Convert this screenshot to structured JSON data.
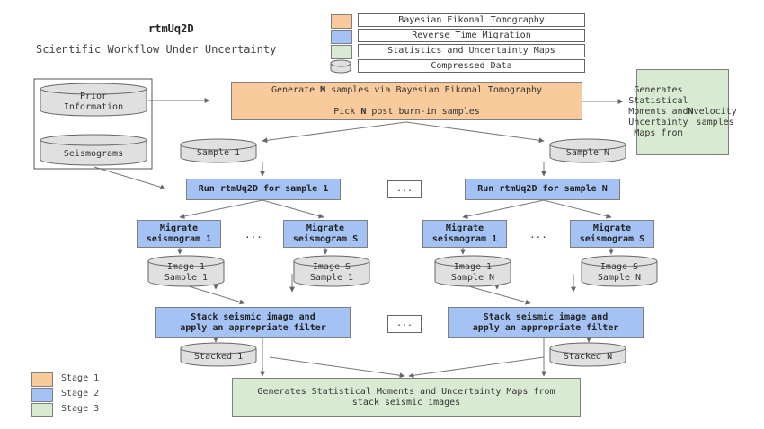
{
  "header": {
    "title": "rtmUq2D",
    "subtitle": "Scientific Workflow Under Uncertainty"
  },
  "legend_top": {
    "bayesian": "Bayesian Eikonal Tomography",
    "rtm": "Reverse Time Migration",
    "stats": "Statistics and Uncertainty Maps",
    "data": "Compressed Data"
  },
  "inputs": {
    "prior": "Prior\nInformation",
    "seismograms": "Seismograms"
  },
  "generate": {
    "line1_pre": "Generate ",
    "line1_bold": "M",
    "line1_post": " samples via Bayesian Eikonal Tomography",
    "line2_pre": "Pick ",
    "line2_bold": "N",
    "line2_post": " post burn-in samples"
  },
  "stats_box": {
    "pre": "Generates\nStatistical\nMoments and\nUncertainty\nMaps from ",
    "bold": "N",
    "post": "\nvelocity\nsamples"
  },
  "samples": {
    "left": "Sample 1",
    "right": "Sample N"
  },
  "run": {
    "left": "Run rtmUq2D for sample 1",
    "right": "Run rtmUq2D for sample N",
    "ellipsis": "..."
  },
  "migrate": {
    "m1": "Migrate\nseismogram 1",
    "ms": "Migrate\nseismogram S",
    "ellipsis": "..."
  },
  "images": {
    "l1": "Image 1\nSample 1",
    "ls": "Image S\nSample 1",
    "r1": "Image 1\nSample N",
    "rs": "Image S\nSample N"
  },
  "stack": {
    "label": "Stack seismic image and\napply an appropriate filter",
    "ellipsis": "..."
  },
  "stacked": {
    "left": "Stacked 1",
    "right": "Stacked N"
  },
  "final": {
    "label": "Generates Statistical Moments and Uncertainty Maps from\nstack seismic images"
  },
  "legend_bottom": {
    "s1": "Stage 1",
    "s2": "Stage 2",
    "s3": "Stage 3"
  },
  "colors": {
    "stage1": "#f9cb9c",
    "stage2": "#a4c2f4",
    "stage3": "#d9ead3",
    "cylinder": "#e0e0e0"
  }
}
